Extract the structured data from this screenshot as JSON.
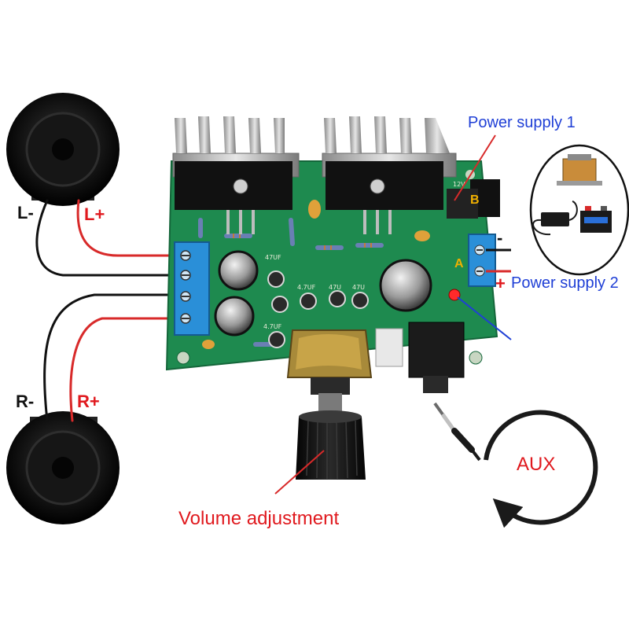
{
  "speakers": {
    "left_minus": "L-",
    "left_plus": "L+",
    "right_minus": "R-",
    "right_plus": "R+"
  },
  "power": {
    "supply1": "Power supply 1",
    "supply2": "Power supply 2",
    "terminal_a": "A",
    "terminal_b": "B",
    "minus_sign": "-",
    "plus_sign": "+"
  },
  "volume_label": "Volume adjustment",
  "aux_label": "AUX",
  "board_silkscreen": [
    "47UF",
    "4.7UF",
    "47U",
    "47U",
    "4.7UF",
    "12V"
  ],
  "colors": {
    "pcb": "#1e8a4f",
    "label_red": "#e0191e",
    "label_blue": "#1f3fd6",
    "terminal_blue": "#2a8fd8",
    "wire_red": "#d82a2a",
    "wire_black": "#111111"
  }
}
